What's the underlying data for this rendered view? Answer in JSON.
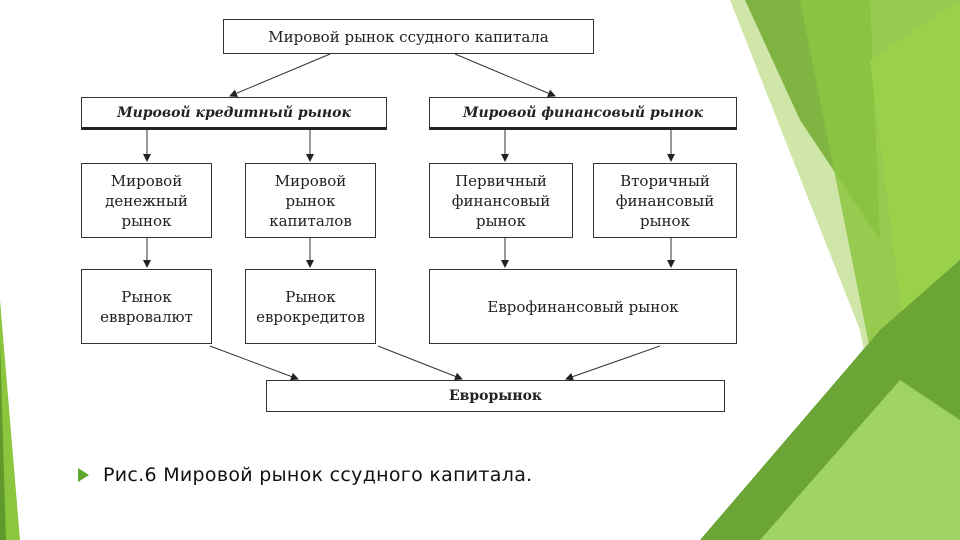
{
  "diagram": {
    "root": "Мировой рынок ссудного капитала",
    "level1": {
      "credit": "Мировой кредитный рынок",
      "financial": "Мировой финансовый рынок"
    },
    "level2": {
      "money": "Мировой\nденежный\nрынок",
      "capital": "Мировой\nрынок\nкапиталов",
      "primary": "Первичный\nфинансовый\nрынок",
      "secondary": "Вторичный\nфинансовый\nрынок"
    },
    "level3": {
      "eurocurrency": "Рынок\nеввровалют",
      "eurocredit": "Рынок\nеврокредитов",
      "eurofinancial": "Еврофинансовый рынок"
    },
    "bottom": "Еврорынок"
  },
  "caption": "Рис.6 Мировой рынок ссудного капитала.",
  "colors": {
    "accent_green": "#5fa82e",
    "light_green": "#a8d46a",
    "dark_green": "#4e8a2a"
  }
}
